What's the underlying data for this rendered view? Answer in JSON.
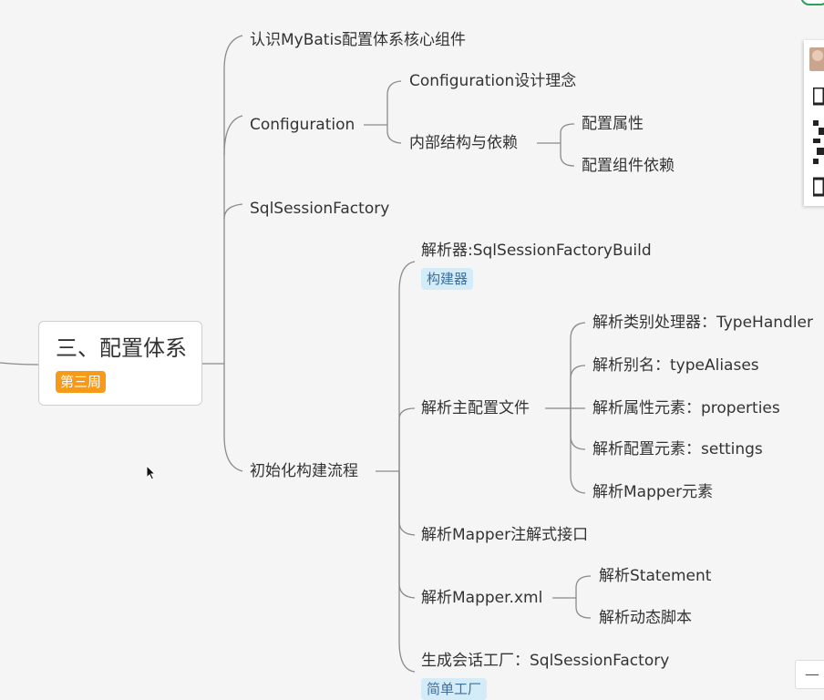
{
  "root": {
    "title": "三、配置体系",
    "badge": "第三周"
  },
  "branches": {
    "components": "认识MyBatis配置体系核心组件",
    "configuration": {
      "label": "Configuration",
      "children": {
        "design": "Configuration设计理念",
        "structure": {
          "label": "内部结构与依赖",
          "children": {
            "properties": "配置属性",
            "dependencies": "配置组件依赖"
          }
        }
      }
    },
    "factory": "SqlSessionFactory",
    "init": {
      "label": "初始化构建流程",
      "children": {
        "parser": {
          "label": "解析器:SqlSessionFactoryBuild",
          "tag": "构建器"
        },
        "main_config": {
          "label": "解析主配置文件",
          "children": [
            "解析类别处理器：TypeHandler",
            "解析别名：typeAliases",
            "解析属性元素：properties",
            "解析配置元素：settings",
            "解析Mapper元素"
          ]
        },
        "annotation": "解析Mapper注解式接口",
        "mapper_xml": {
          "label": "解析Mapper.xml",
          "children": {
            "statement": "解析Statement",
            "script": "解析动态脚本"
          }
        },
        "session_factory": {
          "label": "生成会话工厂：SqlSessionFactory",
          "tag": "简单工厂"
        }
      }
    }
  },
  "controls": {
    "collapse": "—"
  },
  "colors": {
    "line": "#8a8a8a",
    "root_badge": "#f79a1a",
    "tag_bg": "#d4ebf8",
    "tag_text": "#3d6f9c"
  }
}
